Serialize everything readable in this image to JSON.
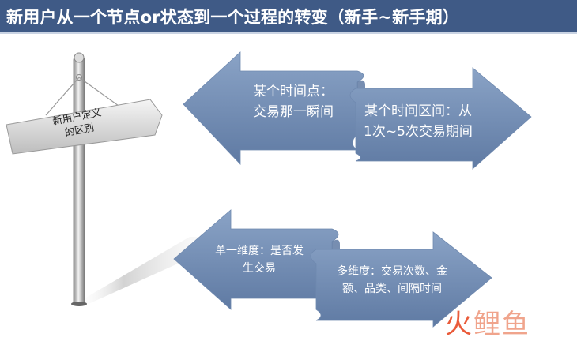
{
  "title": "新用户从一个节点or状态到一个过程的转变（新手~新手期）",
  "signpost": {
    "label_line1": "新用户定义",
    "label_line2": "的区别"
  },
  "arrows": {
    "top_left": {
      "line1": "某个时间点：",
      "line2": "交易那一瞬间"
    },
    "top_right": {
      "line1": "某个时间区间：从",
      "line2": "1次~5次交易期间"
    },
    "bottom_left": {
      "line1": "单一维度：是否发",
      "line2": "生交易"
    },
    "bottom_right": {
      "line1": "多维度：交易次数、金",
      "line2": "额、品类、间隔时间"
    }
  },
  "watermark": {
    "char1": "火",
    "char2": "鲤鱼"
  },
  "colors": {
    "title_bg": "#3f5a86",
    "arrow_fill": "#7b95b9",
    "arrow_dark": "#5f7aa3",
    "text": "#ffffff"
  }
}
